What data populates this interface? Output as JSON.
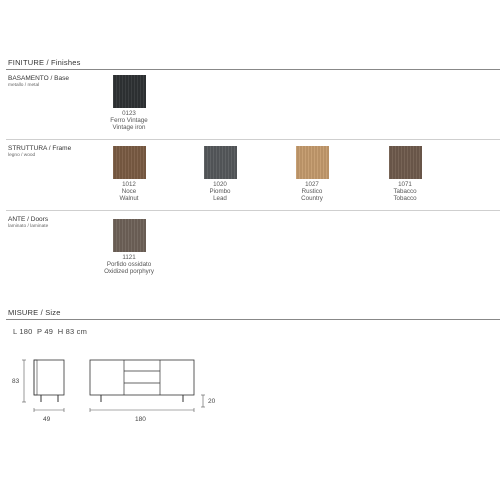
{
  "finishes": {
    "title": "FINITURE / Finishes",
    "groups": [
      {
        "label": "BASAMENTO / Base",
        "sub": "metallo / metal",
        "items": [
          {
            "code": "0123",
            "it": "Ferro Vintage",
            "en": "Vintage iron",
            "color": "#2f3234"
          }
        ]
      },
      {
        "label": "STRUTTURA / Frame",
        "sub": "legno / wood",
        "items": [
          {
            "code": "1012",
            "it": "Noce",
            "en": "Walnut",
            "color": "#7a5b43"
          },
          {
            "code": "1020",
            "it": "Piombo",
            "en": "Lead",
            "color": "#55585b"
          },
          {
            "code": "1027",
            "it": "Rustico",
            "en": "Country",
            "color": "#c49a6c"
          },
          {
            "code": "1071",
            "it": "Tabacco",
            "en": "Tobacco",
            "color": "#6f5a4c"
          }
        ]
      },
      {
        "label": "ANTE / Doors",
        "sub": "laminato / laminate",
        "items": [
          {
            "code": "1121",
            "it": "Porfido ossidato",
            "en": "Oxidized porphyry",
            "color": "#6e6258"
          }
        ]
      }
    ]
  },
  "sizes": {
    "title": "MISURE / Size",
    "measure": "L 180  P 49  H 83 cm",
    "dims": {
      "height": "83",
      "depth": "49",
      "width": "180",
      "leg": "20"
    }
  }
}
